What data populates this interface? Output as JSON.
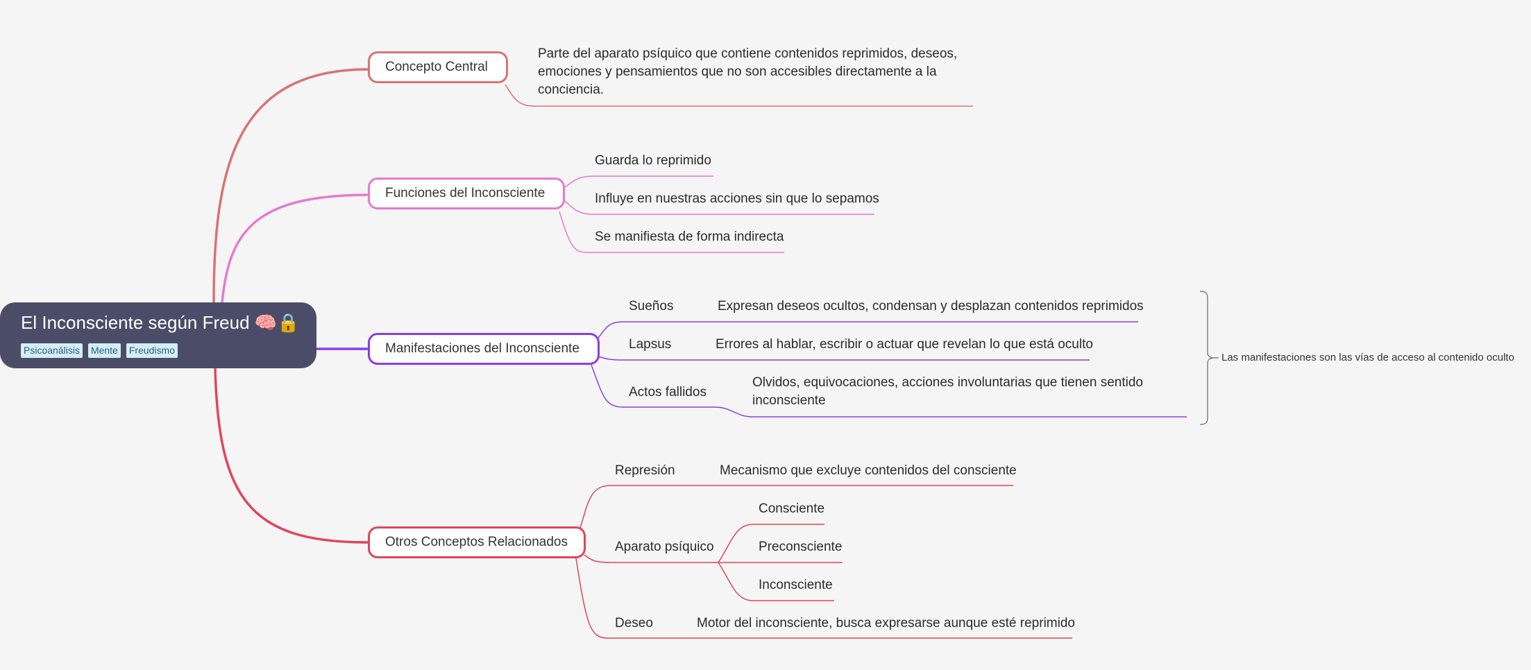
{
  "root": {
    "title": "El Inconsciente según Freud 🧠🔒",
    "tags": [
      "Psicoanálisis",
      "Mente",
      "Freudismo"
    ]
  },
  "branches": {
    "concepto": {
      "label": "Concepto Central",
      "color": "#d97373",
      "description": "Parte del aparato psíquico que contiene contenidos reprimidos, deseos, emociones y pensamientos que no son accesibles directamente a la conciencia."
    },
    "funciones": {
      "label": "Funciones del Inconsciente",
      "color": "#e57ad0",
      "items": [
        "Guarda lo reprimido",
        "Influye en nuestras acciones sin que lo sepamos",
        "Se manifiesta de forma indirecta"
      ]
    },
    "manifestaciones": {
      "label": "Manifestaciones del Inconsciente",
      "color": "#8a3de0",
      "items": [
        {
          "label": "Sueños",
          "detail": "Expresan deseos ocultos, condensan y desplazan contenidos reprimidos"
        },
        {
          "label": "Lapsus",
          "detail": "Errores al hablar, escribir o actuar que revelan lo que está oculto"
        },
        {
          "label": "Actos fallidos",
          "detail": "Olvidos, equivocaciones, acciones involuntarias que tienen sentido inconsciente"
        }
      ],
      "summary": "Las manifestaciones son las vías de acceso al contenido oculto"
    },
    "otros": {
      "label": "Otros Conceptos Relacionados",
      "color": "#e0455a",
      "represion": {
        "label": "Represión",
        "detail": "Mecanismo que excluye contenidos del consciente"
      },
      "aparato": {
        "label": "Aparato psíquico",
        "children": [
          "Consciente",
          "Preconsciente",
          "Inconsciente"
        ]
      },
      "deseo": {
        "label": "Deseo",
        "detail": "Motor del inconsciente, busca expresarse aunque esté reprimido"
      }
    }
  }
}
